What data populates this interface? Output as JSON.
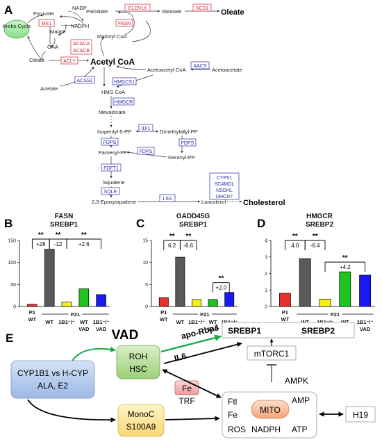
{
  "panels": {
    "A": "A",
    "B": "B",
    "C": "C",
    "D": "D",
    "E": "E"
  },
  "pathway": {
    "nodes": {
      "pyruvate": "Pyruvate",
      "nadp": "NADP",
      "nadph": "NADPH",
      "malate": "Malate",
      "oaa": "OAA",
      "citrate": "Citrate",
      "krebs": "Krebs Cycle",
      "palmitate": "Palmitate",
      "stearate": "Stearate",
      "oleate": "Oleate",
      "malonyl_coa": "Malonyl CoA",
      "acetyl_coa": "Acetyl CoA",
      "acetate": "Acetate",
      "acetoacetyl_coa": "Acetoacetyl CoA",
      "acetoacetate": "Acetoacetate",
      "hmg_coa": "HMG CoA",
      "mevalonate": "Mevalonate",
      "isopentyl": "Isopentyl-5-PP",
      "dimethylallyl": "Dimethylallyl-PP",
      "farnesyl": "Farnesyl-PP",
      "geranyl": "Geranyl-PP",
      "squalene": "Squalene",
      "epoxysqualene": "2,3-Epoxysqualene",
      "lanosterol": "Lanosterol",
      "cholesterol": "Cholesterol"
    },
    "enzymes_red": {
      "me1": "ME1",
      "fasn": "FASN",
      "elovl6": "ELOVL6",
      "scd1": "SCD1",
      "acaca": "ACACA",
      "acacb": "ACACB",
      "acly": "ACLY"
    },
    "enzymes_blue": {
      "aacs": "AACS",
      "acss2": "ACSS2",
      "hmgcs1": "HMGCS1",
      "hmgcr": "HMGCR",
      "idi1": "IDI1",
      "fdps_1": "FDPS",
      "fdps_2": "FDPS",
      "fdps_3": "FDPS",
      "fdft1": "FDFT1",
      "sqle": "SQLE",
      "lss": "LSS",
      "cyp51": "CYP51",
      "sc4mol": "SC4MOL",
      "nsdhl": "NSDHL",
      "dhcr7": "DHCR7"
    }
  },
  "chart_data": [
    {
      "type": "bar",
      "title": "FASN",
      "subtitle": "SREBP1",
      "categories": [
        "P1 WT",
        "P21 WT",
        "P21 1B1-/-",
        "P21 WT VAD",
        "P21 1B1-/- VAD"
      ],
      "values": [
        5,
        130,
        10,
        40,
        27
      ],
      "colors": [
        "#e8312c",
        "#595959",
        "#f4ef1a",
        "#1fc41f",
        "#1a1aef"
      ],
      "ylim": [
        0,
        150
      ],
      "yticks": [
        0,
        50,
        100,
        150
      ],
      "annotations": [
        {
          "sig": "**",
          "label": "+28",
          "from": 0,
          "to": 1
        },
        {
          "sig": "**",
          "label": "-12",
          "from": 1,
          "to": 2
        },
        {
          "sig": "**",
          "label": "+2.6",
          "from": 2,
          "to": 4
        }
      ]
    },
    {
      "type": "bar",
      "title": "GADD45G",
      "subtitle": "SREBP1",
      "categories": [
        "P1 WT",
        "P21 WT",
        "P21 1B1-/-",
        "P21 WT VAD",
        "P21 1B1-/- VAD"
      ],
      "values": [
        2.0,
        11.2,
        1.6,
        1.6,
        3.2
      ],
      "colors": [
        "#e8312c",
        "#595959",
        "#f4ef1a",
        "#1fc41f",
        "#1a1aef"
      ],
      "ylim": [
        0,
        15
      ],
      "yticks": [
        0,
        5,
        10,
        15
      ],
      "annotations": [
        {
          "sig": "**",
          "label": "6.2",
          "from": 0,
          "to": 1
        },
        {
          "sig": "**",
          "label": "-6.6",
          "from": 1,
          "to": 2
        },
        {
          "sig": "**",
          "label": "+2.0",
          "from": 3,
          "to": 4
        }
      ]
    },
    {
      "type": "bar",
      "title": "HMGCR",
      "subtitle": "SREBP2",
      "categories": [
        "P1 WT",
        "P21 WT",
        "P21 1B1-/-",
        "P21 WT VAD",
        "P21 1B1-/- VAD"
      ],
      "values": [
        0.8,
        2.9,
        0.45,
        2.1,
        1.9
      ],
      "colors": [
        "#e8312c",
        "#595959",
        "#f4ef1a",
        "#1fc41f",
        "#1a1aef"
      ],
      "ylim": [
        0,
        4
      ],
      "yticks": [
        0,
        1,
        2,
        3,
        4
      ],
      "annotations": [
        {
          "sig": "**",
          "label": "4.0",
          "from": 0,
          "to": 1
        },
        {
          "sig": "**",
          "label": "-6.4",
          "from": 1,
          "to": 2
        },
        {
          "sig": "**",
          "label": "+4.2",
          "from": 2,
          "to": 4
        }
      ]
    }
  ],
  "xlabels": {
    "p1": "P1",
    "wt": "WT",
    "p21": "P21",
    "ko": "1B1⁻/⁻",
    "vad": "VAD"
  },
  "schematic": {
    "vad": "VAD",
    "apo_rbp4": "apo-Rbp4",
    "il6": "IL6",
    "roh": "ROH",
    "hsc": "HSC",
    "cyp_line1": "CYP1B1 vs H-CYP",
    "cyp_line2": "ALA, E2",
    "fe": "Fe",
    "trf": "TRF",
    "monoc": "MonoC",
    "s100a9": "S100A9",
    "srebp1": "SREBP1",
    "srebp2": "SREBP2",
    "mtorc1": "mTORC1",
    "ampk": "AMPK",
    "ftl": "Ftl",
    "fe2": "Fe",
    "amp": "AMP",
    "mito": "MITO",
    "ros": "ROS",
    "nadph": "NADPH",
    "atp": "ATP",
    "h19": "H19"
  }
}
